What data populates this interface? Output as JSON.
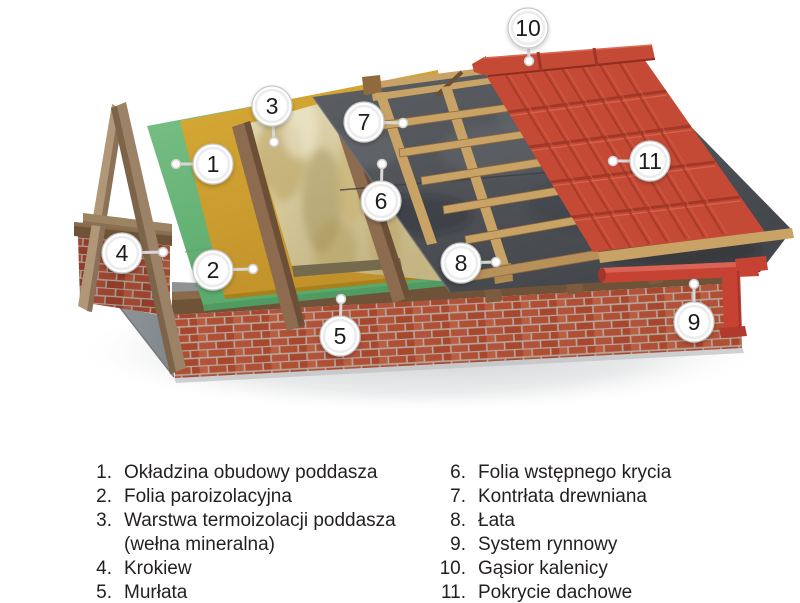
{
  "callouts": [
    "1",
    "2",
    "3",
    "4",
    "5",
    "6",
    "7",
    "8",
    "9",
    "10",
    "11"
  ],
  "legend": {
    "left": [
      {
        "num": "1.",
        "text": "Okładzina obudowy poddasza"
      },
      {
        "num": "2.",
        "text": "Folia paroizolacyjna"
      },
      {
        "num": "3.",
        "text": "Warstwa termoizolacji poddasza\n(wełna mineralna)"
      },
      {
        "num": "4.",
        "text": "Krokiew"
      },
      {
        "num": "5.",
        "text": "Murłata"
      }
    ],
    "right": [
      {
        "num": "6.",
        "text": "Folia wstępnego krycia"
      },
      {
        "num": "7.",
        "text": "Kontrłata drewniana"
      },
      {
        "num": "8.",
        "text": "Łata"
      },
      {
        "num": "9.",
        "text": "System rynnowy"
      },
      {
        "num": "10.",
        "text": "Gąsior kalenicy"
      },
      {
        "num": "11.",
        "text": "Pokrycie dachowe"
      }
    ]
  },
  "palette": {
    "background": "#ffffff",
    "callout_fill": "#ffffff",
    "callout_border": "#c9c9c9",
    "callout_text": "#1d1d1b",
    "tile_red": "#c54a36",
    "tile_shadow": "#9e3526",
    "gutter_red": "#c64334",
    "membrane_gray": "#54585c",
    "wool_beige": "#d6c99b",
    "foil_yellow": "#d2a130",
    "panel_green": "#6db779",
    "batten_tan": "#c9a266",
    "rafter_brown": "#8c6b4e",
    "murlata_brown": "#6f5338",
    "frame_wood": "#b09778",
    "brick_red": "#b3523a",
    "mortar": "#b5a99d",
    "floor_gray": "#8f9498",
    "text_color": "#231f20"
  }
}
